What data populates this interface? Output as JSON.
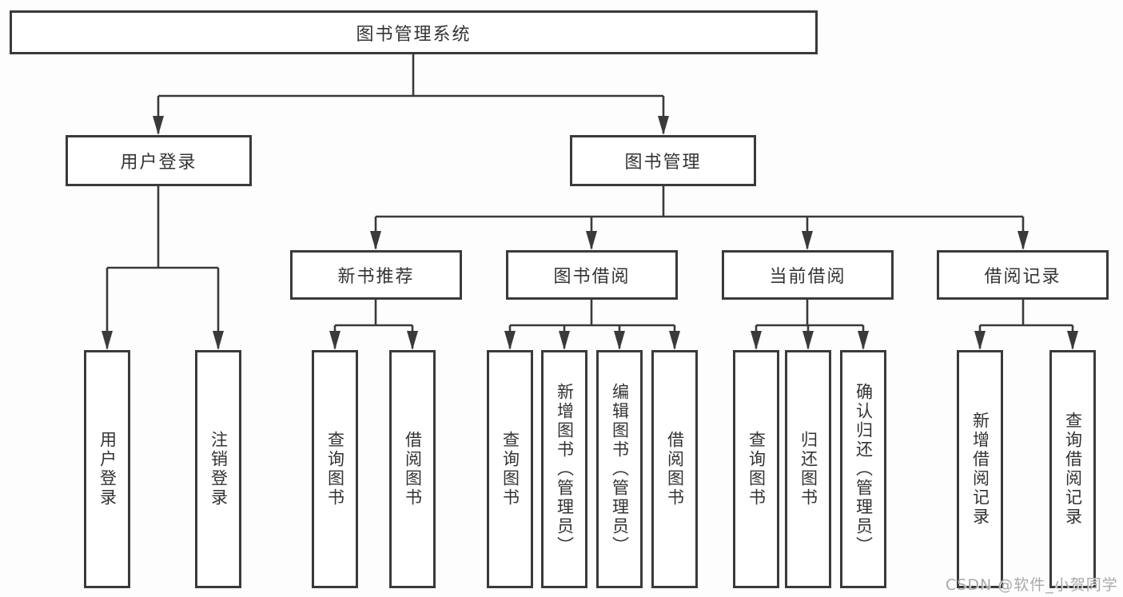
{
  "title": "图书管理系统",
  "tree": {
    "label": "图书管理系统",
    "children": [
      {
        "label": "用户登录",
        "children": [
          {
            "label": "用户登录"
          },
          {
            "label": "注销登录"
          }
        ]
      },
      {
        "label": "图书管理",
        "children": [
          {
            "label": "新书推荐",
            "children": [
              {
                "label": "查询图书"
              },
              {
                "label": "借阅图书"
              }
            ]
          },
          {
            "label": "图书借阅",
            "children": [
              {
                "label": "查询图书"
              },
              {
                "label": "新增图书（管理员）"
              },
              {
                "label": "编辑图书（管理员）"
              },
              {
                "label": "借阅图书"
              }
            ]
          },
          {
            "label": "当前借阅",
            "children": [
              {
                "label": "查询图书"
              },
              {
                "label": "归还图书"
              },
              {
                "label": "确认归还（管理员）"
              }
            ]
          },
          {
            "label": "借阅记录",
            "children": [
              {
                "label": "新增借阅记录"
              },
              {
                "label": "查询借阅记录"
              }
            ]
          }
        ]
      }
    ]
  },
  "watermark": {
    "text": "CSDN @软件_小贺同学"
  },
  "colors": {
    "line": "#3a3a3a",
    "box_border": "#3a3a3a",
    "text": "#333333",
    "background": "#ffffff",
    "watermark": "#a9a9a9"
  }
}
